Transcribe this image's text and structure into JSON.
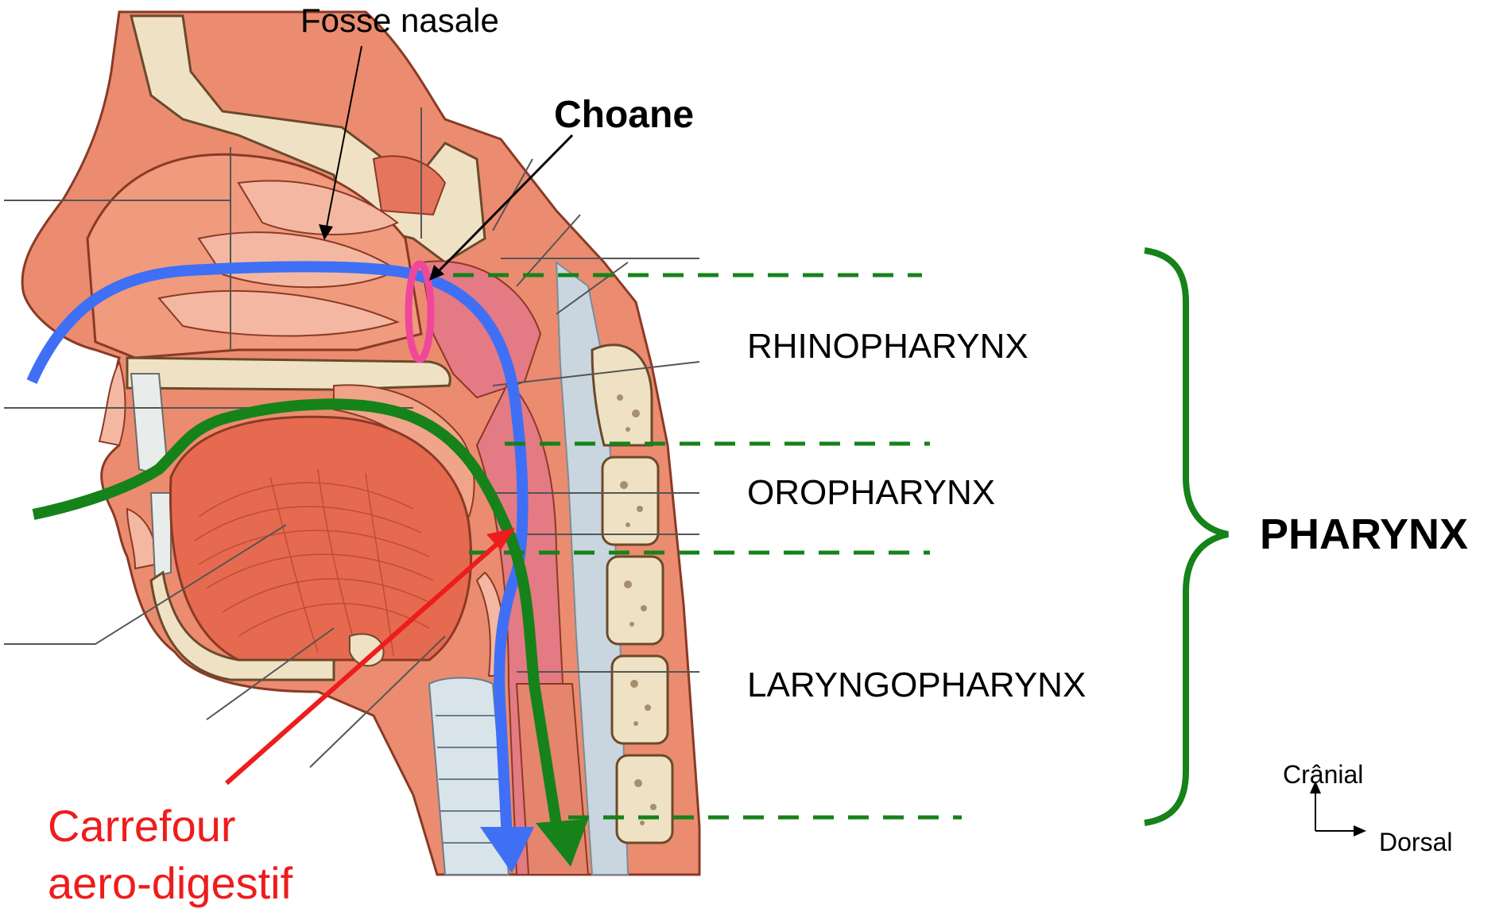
{
  "labels": {
    "fosse_nasale": "Fosse nasale",
    "choane": "Choane",
    "rhinopharynx": "RHINOPHARYNX",
    "oropharynx": "OROPHARYNX",
    "laryngopharynx": "LARYNGOPHARYNX",
    "pharynx": "PHARYNX",
    "carrefour_line1": "Carrefour",
    "carrefour_line2": "aero-digestif"
  },
  "orientation": {
    "cranial": "Crânial",
    "dorsal": "Dorsal"
  },
  "colors": {
    "air_path": "#3f6ff5",
    "food_path": "#16821a",
    "pharynx_brace": "#16821a",
    "level_dashes": "#16821a",
    "choane_marker": "#f0479a",
    "carrefour": "#ee1c1c",
    "tissue_soft": "#eb8c70",
    "tissue_light": "#f4b8a2",
    "bone": "#efe2c4",
    "mucosa": "#e47a84"
  }
}
